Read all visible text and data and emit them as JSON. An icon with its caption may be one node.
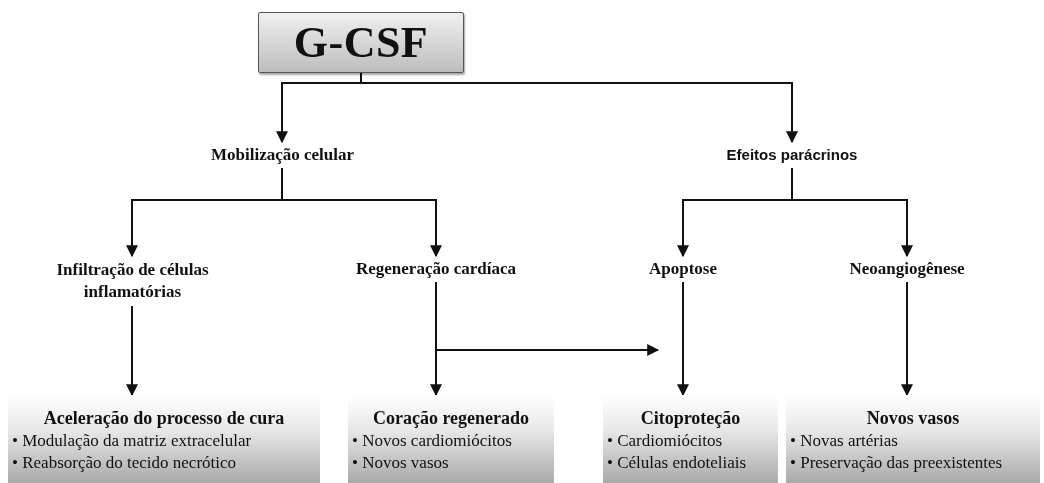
{
  "diagram": {
    "nodes": [
      {
        "text": [
          "G-CSF"
        ]
      },
      {
        "text": [
          "Mobilização celular"
        ]
      },
      {
        "text": [
          "Efeitos parácrinos"
        ]
      },
      {
        "text": [
          "Infiltração de células inflamatórias"
        ]
      },
      {
        "text": [
          "Regeneração cardíaca"
        ]
      },
      {
        "text": [
          "Apoptose"
        ]
      },
      {
        "text": [
          "Neoangiogênese"
        ]
      },
      {
        "text": [
          "Aceleração do processo de cura",
          "• Modulação da matriz extracelular",
          "• Reabsorção do tecido necrótico"
        ]
      },
      {
        "text": [
          "Coração regenerado",
          "• Novos cardiomiócitos",
          "• Novos vasos"
        ]
      },
      {
        "text": [
          "Citoproteção",
          "• Cardiomiócitos",
          "• Células endoteliais"
        ]
      },
      {
        "text": [
          "Novos vasos",
          "• Novas artérias",
          "• Preservação das preexistentes"
        ]
      }
    ],
    "edges": [
      {
        "from": 0,
        "to": 1,
        "arrow": "to"
      },
      {
        "from": 0,
        "to": 2,
        "arrow": "to"
      },
      {
        "from": 1,
        "to": 3,
        "arrow": "to"
      },
      {
        "from": 1,
        "to": 4,
        "arrow": "to"
      },
      {
        "from": 2,
        "to": 5,
        "arrow": "to"
      },
      {
        "from": 2,
        "to": 6,
        "arrow": "to"
      },
      {
        "from": 3,
        "to": 7,
        "arrow": "to"
      },
      {
        "from": 4,
        "to": 8,
        "arrow": "to"
      },
      {
        "from": 5,
        "to": 9,
        "arrow": "to"
      },
      {
        "from": 6,
        "to": 10,
        "arrow": "to"
      },
      {
        "from": 4,
        "to": 9,
        "arrow": "to"
      }
    ]
  }
}
